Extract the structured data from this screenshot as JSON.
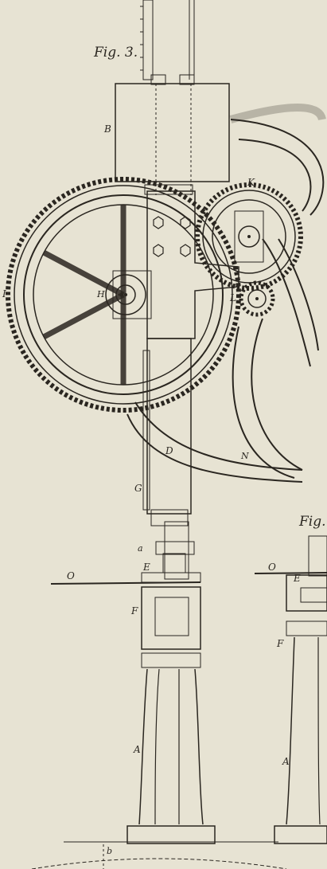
{
  "figure_title": "Fig. 3.",
  "figure_title_next": "Fig.",
  "labels": {
    "B": "B",
    "K": "K",
    "I": "I",
    "H": "H",
    "L": "L",
    "D": "D",
    "N": "N",
    "G": "G",
    "a": "a",
    "E": "E",
    "O": "O",
    "F": "F",
    "A": "A",
    "b": "b"
  },
  "labels_next": {
    "E": "E",
    "O": "O",
    "F": "F",
    "A": "A"
  },
  "colors": {
    "paper": "#e7e3d3",
    "ink": "#2a2620",
    "hatch": "#5a5448"
  }
}
